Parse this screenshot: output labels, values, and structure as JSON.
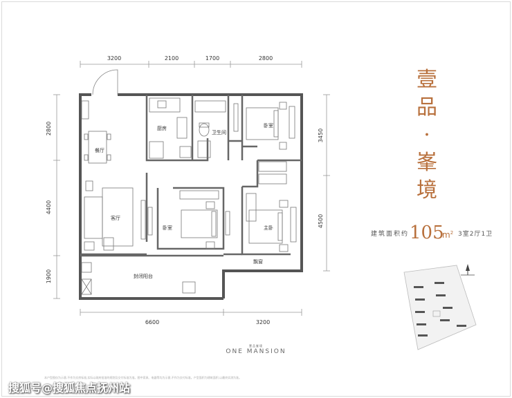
{
  "top_dims": [
    "3200",
    "2100",
    "1700",
    "2800"
  ],
  "bottom_dims": [
    "6600",
    "3200"
  ],
  "left_dims": [
    "2800",
    "4400",
    "1900"
  ],
  "right_dims": [
    "3450",
    "4500"
  ],
  "rooms": {
    "dining": "餐厅",
    "kitchen": "厨房",
    "bath": "卫生间",
    "bedroom1": "卧室",
    "living": "客厅",
    "bedroom2": "卧室",
    "master": "主卧",
    "bay": "飘窗",
    "balcony": "封闭阳台"
  },
  "title_chars": [
    "壹",
    "品",
    "·",
    "峯",
    "境"
  ],
  "area_label": "建筑面积约",
  "area_value": "105",
  "area_unit": "m",
  "area_sup": "2",
  "layout_text": "3室2厅1卫",
  "brand_small": "壹品峯境",
  "brand_main": "ONE MANSION",
  "disclaimer": "本户型图仅为示意,不作为交房标准,实际以政府批准的规划及交付标准为准。图中家具、电器等均为示意,不作为交付标准。户型面积为建筑面积,以最终实测为准。",
  "watermark": "搜狐号@搜狐焦点抚州站",
  "colors": {
    "accent": "#b8703c",
    "wall": "#555555",
    "line": "#888888"
  },
  "icons": [
    "compass-icon",
    "site-plan-icon"
  ]
}
